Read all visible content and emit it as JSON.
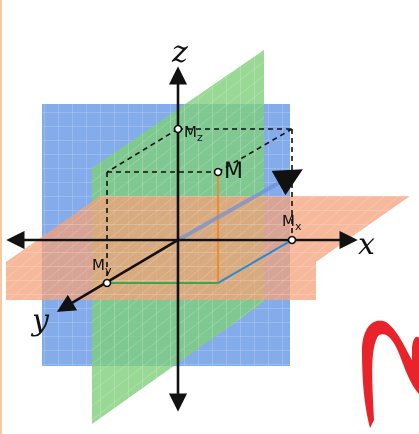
{
  "axes": {
    "x_label": "x",
    "y_label": "y",
    "z_label": "z"
  },
  "points": {
    "M": "M",
    "Mz_main": "M",
    "Mz_sub": "z",
    "Mx_main": "M",
    "Mx_sub": "x",
    "My_main": "M",
    "My_sub": "y"
  },
  "colors": {
    "xy_plane": "#f4a27a",
    "xz_plane": "#6f9ce6",
    "yz_plane": "#7fd07a",
    "projection_orange": "#f08a2a",
    "projection_blue": "#2a8ad0",
    "projection_green": "#3aa84a",
    "logo_red": "#e8232a",
    "axis": "#111111"
  },
  "decoration": {
    "logo_glyph": "red-brush-letter"
  }
}
